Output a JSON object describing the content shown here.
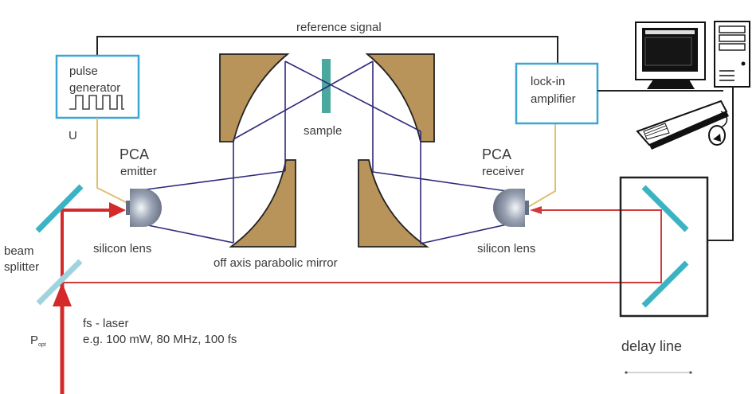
{
  "title": "THz time-domain spectroscopy setup",
  "labels": {
    "reference_signal": "reference signal",
    "pulse_generator_line1": "pulse",
    "pulse_generator_line2": "generator",
    "voltage": "U",
    "sample": "sample",
    "lockin_line1": "lock-in",
    "lockin_line2": "amplifier",
    "pca_emitter_title": "PCA",
    "pca_emitter_sub": "emitter",
    "pca_receiver_title": "PCA",
    "pca_receiver_sub": "receiver",
    "silicon_lens_left": "silicon lens",
    "silicon_lens_right": "silicon lens",
    "mirror": "off axis parabolic mirror",
    "beam_splitter_line1": "beam",
    "beam_splitter_line2": "splitter",
    "power_main": "P",
    "power_sub": "opt",
    "laser_line1": "fs - laser",
    "laser_line2": "e.g. 100 mW, 80 MHz, 100 fs",
    "delay_line": "delay line"
  },
  "colors": {
    "box_border": "#3aa6d6",
    "mirror_fill": "#b8935a",
    "thz_beam": "#2e2a7a",
    "laser": "#d42a2a",
    "optic": "#3bb3c3",
    "optic_light": "#9fd3de",
    "sample": "#4aa89e",
    "wire_gold": "#e0c070",
    "wire": "#222222"
  }
}
